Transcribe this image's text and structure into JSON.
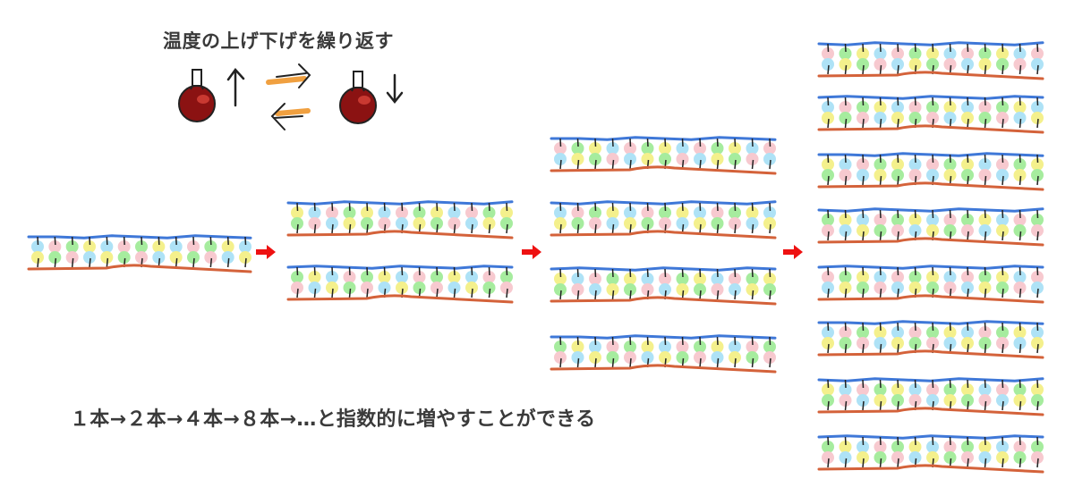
{
  "title": "温度の上げ下げを繰り返す",
  "caption": "１本→２本→４本→８本→…と指数的に増やすことができる",
  "generations": [
    1,
    2,
    4,
    8
  ],
  "colors": {
    "top_strand": "#3f78d8",
    "bottom_strand": "#d4623a",
    "stem": "#222222",
    "arrow": "#ee1111",
    "flask": "#8b1212",
    "flask_shade": "#d8443a",
    "swap_arrow": "#f0a040",
    "bases": [
      "#aee2f6",
      "#f4f08c",
      "#a6ec9e",
      "#f7c9cf"
    ]
  },
  "icons": [
    "flask-icon",
    "up-arrow-icon",
    "down-arrow-icon",
    "cycle-arrows-icon",
    "right-arrow-icon"
  ]
}
